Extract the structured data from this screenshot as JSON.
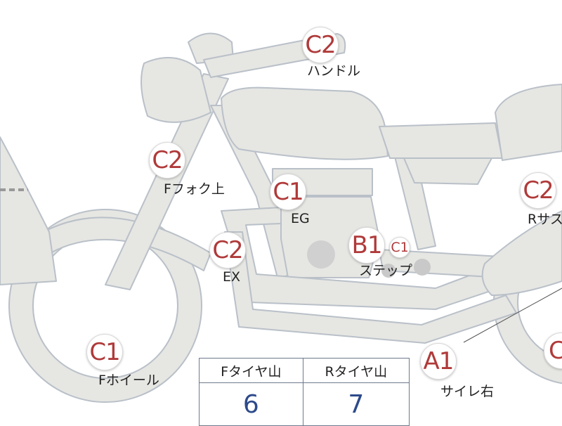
{
  "colors": {
    "body": "#e6e6e3",
    "outline": "#b9c0c8",
    "grade_text": "#b03a3a",
    "value_text": "#2d4a8a"
  },
  "grades": {
    "handle": "C2",
    "fork_upper": "C2",
    "engine": "C1",
    "exhaust": "C2",
    "step_main": "B1",
    "step_sub": "C1",
    "front_wheel": "C1",
    "rear_susp": "C2",
    "muffler_right": "A1",
    "rear_wheel": "C"
  },
  "labels": {
    "handle": "ハンドル",
    "fork_upper": "Fフォク上",
    "engine": "EG",
    "exhaust": "EX",
    "step": "ステップ",
    "front_wheel": "Fホイール",
    "rear_susp": "Rサス",
    "muffler_right": "サイレ右"
  },
  "tire_table": {
    "headers": [
      "Fタイヤ山",
      "Rタイヤ山"
    ],
    "values": [
      "6",
      "7"
    ]
  }
}
